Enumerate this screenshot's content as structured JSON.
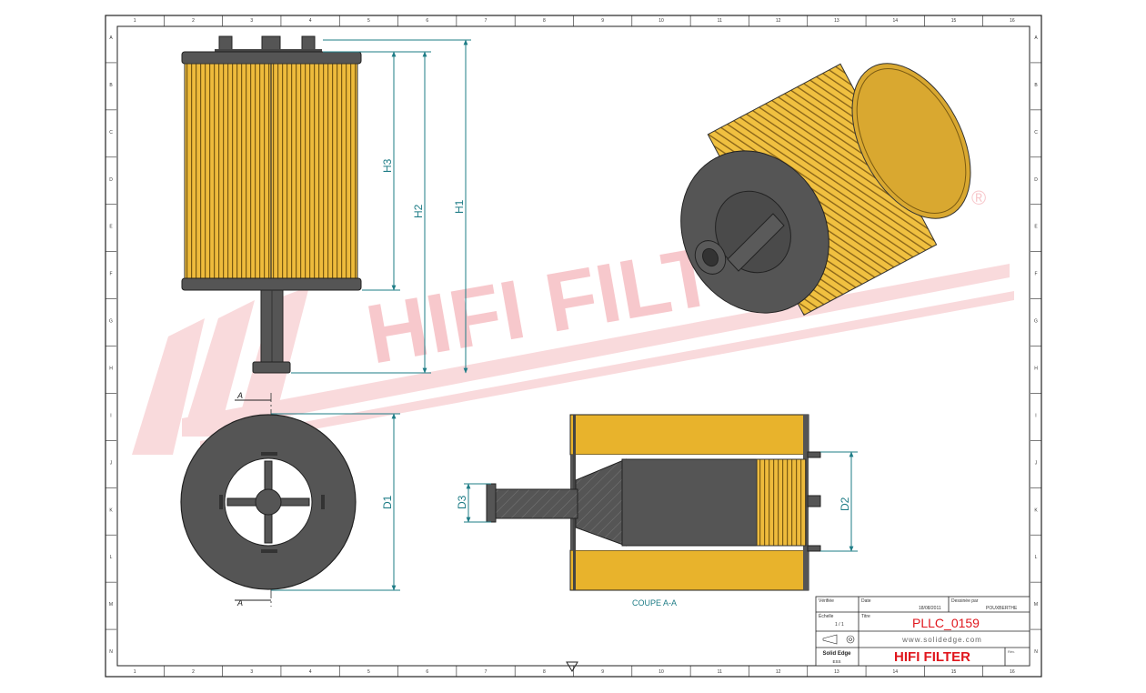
{
  "drawing": {
    "dimensions": {
      "h1": "H1",
      "h2": "H2",
      "h3": "H3",
      "d1": "D1",
      "d2": "D2",
      "d3": "D3"
    },
    "section_marker": "A",
    "section_caption": "COUPE A-A",
    "watermark": {
      "brand": "HIFI FILTER",
      "registered": "®"
    },
    "border_numbers": [
      "1",
      "2",
      "3",
      "4",
      "5",
      "6",
      "7",
      "8",
      "9",
      "10",
      "11",
      "12",
      "13",
      "14",
      "15",
      "16"
    ],
    "border_letters": [
      "A",
      "B",
      "C",
      "D",
      "E",
      "F",
      "G",
      "H",
      "I",
      "J",
      "K",
      "L",
      "M",
      "N"
    ]
  },
  "title_block": {
    "row1_label_a": "Vérifiée",
    "row1_label_b": "Date",
    "row1_label_c": "Dessinée par",
    "date_value": "18/08/2011",
    "author_value": "POUXBERTHE",
    "scale_label": "Échelle",
    "scale_value": "1 / 1",
    "title_label": "Titre",
    "part_number": "PLLC_0159",
    "website": "www.solidedge.com",
    "software": "Solid Edge",
    "software_sub": "ESS",
    "company": "HIFI FILTER",
    "rev_label": "Rév."
  },
  "colors": {
    "filter_yellow": "#e8b83a",
    "pleat_dark": "#8a6a1a",
    "end_cap": "#555555",
    "dimension": "#1e7c86",
    "watermark": "#f7c9cc",
    "title_red": "#e0161d"
  }
}
